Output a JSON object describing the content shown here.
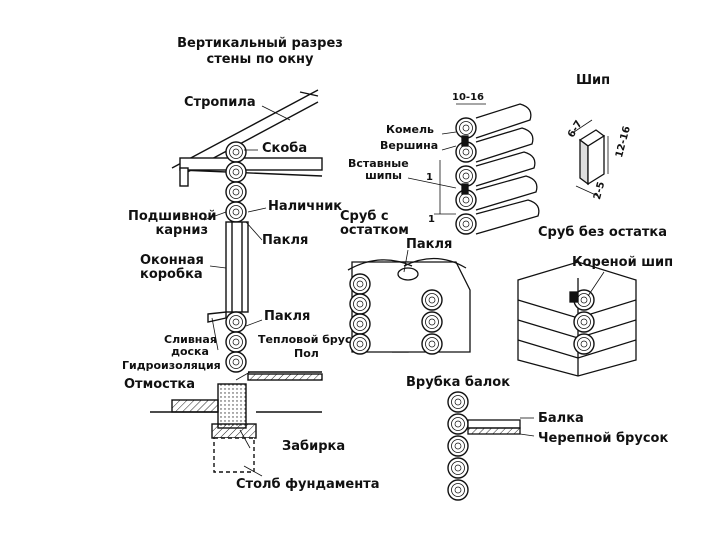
{
  "title_line1": "Вертикальный разрез",
  "title_line2": "стены по окну",
  "labels": {
    "stropila": "Стропила",
    "skoba": "Скоба",
    "nalichnik": "Наличник",
    "podshivnoy_line1": "Подшивной",
    "podshivnoy_line2": "карниз",
    "paklya_top": "Пакля",
    "okonnaya_line1": "Оконная",
    "okonnaya_line2": "коробка",
    "paklya_mid": "Пакля",
    "slivnaya_line1": "Сливная",
    "slivnaya_line2": "доска",
    "gidroizolyatsiya": "Гидроизоляция",
    "teplovoy": "Тепловой брус",
    "pol": "Пол",
    "otmostka": "Отмостка",
    "zabirka": "Забирка",
    "stolb": "Столб фундамента",
    "ship": "Шип",
    "dim_10_16": "10-16",
    "komel": "Комель",
    "vershina": "Вершина",
    "vstavnye_line1": "Вставные",
    "vstavnye_line2": "шипы",
    "dim_1_top": "1",
    "dim_1_bottom": "1",
    "dim_6_7": "6-7",
    "dim_12_16": "12-16",
    "dim_2_5": "2-5",
    "srub_s_line1": "Сруб с",
    "srub_s_line2": "остатком",
    "paklya_right": "Пакля",
    "srub_bez": "Сруб без остатка",
    "koreny_ship": "Кореной шип",
    "vrubka": "Врубка балок",
    "balka": "Балка",
    "cherepnoy": "Черепной брусок"
  },
  "colors": {
    "ink": "#111111",
    "paper": "#ffffff"
  }
}
